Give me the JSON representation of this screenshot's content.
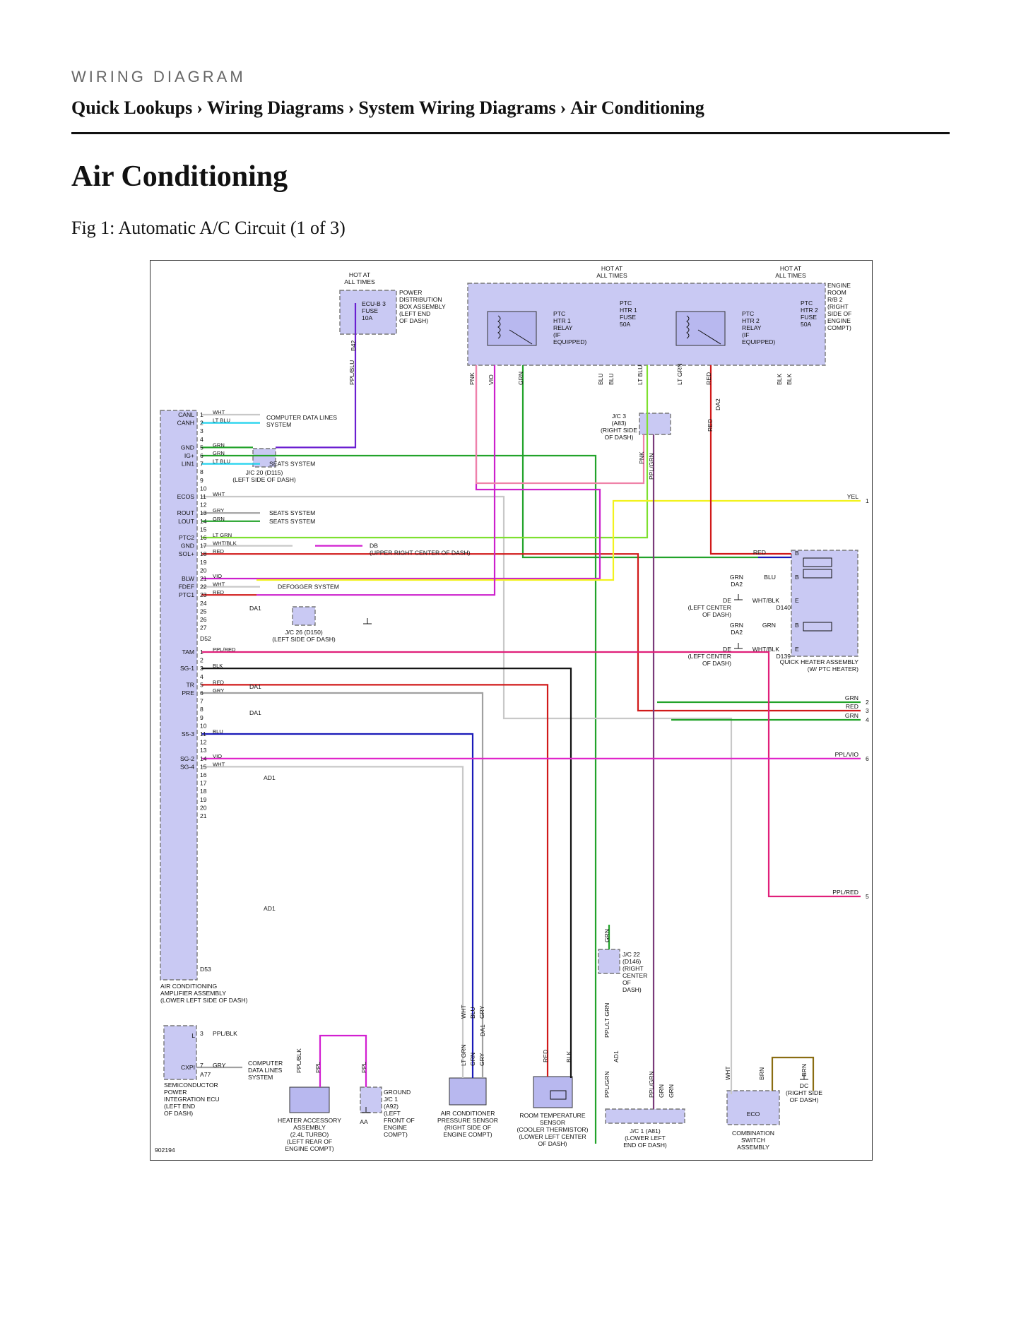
{
  "header": {
    "kicker": "WIRING DIAGRAM",
    "breadcrumb": [
      "Quick Lookups",
      "Wiring Diagrams",
      "System Wiring Diagrams",
      "Air Conditioning"
    ],
    "separator": "›"
  },
  "page_title": "Air Conditioning",
  "figure": {
    "caption": "Fig 1: Automatic A/C Circuit (1 of 3)",
    "diagram_id": "902194"
  },
  "colors": {
    "WHT": "#c8c8c8",
    "LT BLU": "#22d3ee",
    "GRN": "#22a32a",
    "LT GRN": "#7ee030",
    "PPL/BLU": "#6a1fd1",
    "PPL": "#d21fd1",
    "RED": "#d11a1a",
    "VIO": "#cc20cc",
    "YEL": "#f2f21e",
    "BLU": "#1a1ab8",
    "PNK": "#ef82a8",
    "BLK": "#111111",
    "GRY": "#a0a0a0",
    "PPL/RED": "#e0207a",
    "PPL/VIO": "#e020c8",
    "BRN": "#8a6d12",
    "PPL/GRN": "#7a3a7a"
  },
  "labels": {
    "hot_at_all_times": "HOT AT ALL TIMES",
    "power_box": [
      "POWER",
      "DISTRIBUTION",
      "BOX ASSEMBLY",
      "(LEFT END",
      "OF DASH)"
    ],
    "ecu_b3_fuse": [
      "ECU-B 3",
      "FUSE",
      "10A"
    ],
    "engine_room_rb2": [
      "ENGINE",
      "ROOM",
      "R/B 2",
      "(RIGHT",
      "SIDE OF",
      "ENGINE",
      "COMPT)"
    ],
    "ptc_relay1": [
      "PTC",
      "HTR 1",
      "RELAY",
      "(IF",
      "EQUIPPED)"
    ],
    "ptc_fuse1": [
      "PTC",
      "HTR 1",
      "FUSE",
      "50A"
    ],
    "ptc_relay2": [
      "PTC",
      "HTR 2",
      "RELAY",
      "(IF",
      "EQUIPPED)"
    ],
    "ptc_fuse2": [
      "PTC",
      "HTR 2",
      "FUSE",
      "50A"
    ],
    "jc3": [
      "J/C 3",
      "(A83)",
      "(RIGHT SIDE",
      "OF DASH)"
    ],
    "jc20": "J/C 20 (D115)",
    "jc20_loc": "(LEFT SIDE OF DASH)",
    "jc26": "J/C 26 (D150)",
    "jc26_loc": "(LEFT SIDE OF DASH)",
    "db_ground": "DB",
    "db_loc": "(UPPER RIGHT CENTER OF DASH)",
    "computer_data_lines": [
      "COMPUTER DATA LINES",
      "SYSTEM"
    ],
    "seats_system": "SEATS SYSTEM",
    "defogger_system": "DEFOGGER SYSTEM",
    "amp_assembly": [
      "AIR CONDITIONING",
      "AMPLIFIER ASSEMBLY",
      "(LOWER LEFT SIDE OF DASH)"
    ],
    "quick_heater": [
      "QUICK HEATER ASSEMBLY",
      "(W/ PTC HEATER)"
    ],
    "de_ground": [
      "DE",
      "(LEFT CENTER",
      "OF DASH)"
    ],
    "jc22": [
      "J/C 22",
      "(D146)",
      "(RIGHT",
      "CENTER",
      "OF",
      "DASH)"
    ],
    "semiconductor": [
      "SEMICONDUCTOR",
      "POWER",
      "INTEGRATION ECU",
      "(LEFT END",
      "OF DASH)"
    ],
    "computer_data_lines_2": [
      "COMPUTER",
      "DATA LINES",
      "SYSTEM"
    ],
    "heater_accessory": [
      "HEATER ACCESSORY",
      "ASSEMBLY",
      "(2.4L TURBO)",
      "(LEFT REAR OF",
      "ENGINE COMPT)"
    ],
    "ground_jc1": [
      "GROUND",
      "J/C 1",
      "(A92)",
      "(LEFT",
      "FRONT OF",
      "ENGINE",
      "COMPT)"
    ],
    "aa_ground": "AA",
    "pressure_sensor": [
      "AIR CONDITIONER",
      "PRESSURE SENSOR",
      "(RIGHT SIDE OF",
      "ENGINE COMPT)"
    ],
    "room_temp_sensor": [
      "ROOM TEMPERATURE",
      "SENSOR",
      "(COOLER THERMISTOR)",
      "(LOWER LEFT CENTER",
      "OF DASH)"
    ],
    "jc1": [
      "J/C 1 (A81)",
      "(LOWER LEFT",
      "END OF DASH)"
    ],
    "combination_switch": [
      "COMBINATION",
      "SWITCH",
      "ASSEMBLY"
    ],
    "dc_ground": [
      "DC",
      "(RIGHT SIDE",
      "OF DASH)"
    ],
    "eco": "ECO"
  },
  "amplifier_pins": {
    "d52": [
      {
        "pin": "1",
        "name": "CANL",
        "wire": "WHT"
      },
      {
        "pin": "2",
        "name": "CANH",
        "wire": "LT BLU"
      },
      {
        "pin": "3",
        "name": "",
        "wire": ""
      },
      {
        "pin": "4",
        "name": "",
        "wire": ""
      },
      {
        "pin": "5",
        "name": "GND",
        "wire": "GRN"
      },
      {
        "pin": "6",
        "name": "IG+",
        "wire": "GRN"
      },
      {
        "pin": "7",
        "name": "LIN1",
        "wire": "LT BLU"
      },
      {
        "pin": "8",
        "name": "",
        "wire": ""
      },
      {
        "pin": "9",
        "name": "",
        "wire": ""
      },
      {
        "pin": "10",
        "name": "",
        "wire": ""
      },
      {
        "pin": "11",
        "name": "ECOS",
        "wire": "WHT"
      },
      {
        "pin": "12",
        "name": "",
        "wire": ""
      },
      {
        "pin": "13",
        "name": "ROUT",
        "wire": "GRY"
      },
      {
        "pin": "14",
        "name": "LOUT",
        "wire": "GRN"
      },
      {
        "pin": "15",
        "name": "",
        "wire": ""
      },
      {
        "pin": "16",
        "name": "PTC2",
        "wire": "LT GRN"
      },
      {
        "pin": "17",
        "name": "GND",
        "wire": "WHT/BLK"
      },
      {
        "pin": "18",
        "name": "SOL+",
        "wire": "RED"
      },
      {
        "pin": "19",
        "name": "",
        "wire": ""
      },
      {
        "pin": "20",
        "name": "",
        "wire": ""
      },
      {
        "pin": "21",
        "name": "BLW",
        "wire": "VIO"
      },
      {
        "pin": "22",
        "name": "FDEF",
        "wire": "WHT"
      },
      {
        "pin": "23",
        "name": "PTC1",
        "wire": "RED"
      },
      {
        "pin": "24",
        "name": "",
        "wire": ""
      },
      {
        "pin": "25",
        "name": "",
        "wire": ""
      },
      {
        "pin": "26",
        "name": "",
        "wire": ""
      },
      {
        "pin": "27",
        "name": "",
        "wire": ""
      }
    ],
    "d52_label": "D52",
    "d53": [
      {
        "pin": "1",
        "name": "TAM",
        "wire": "PPL/RED"
      },
      {
        "pin": "2",
        "name": "",
        "wire": ""
      },
      {
        "pin": "3",
        "name": "SG-1",
        "wire": "BLK"
      },
      {
        "pin": "4",
        "name": "",
        "wire": ""
      },
      {
        "pin": "5",
        "name": "TR",
        "wire": "RED"
      },
      {
        "pin": "6",
        "name": "PRE",
        "wire": "GRY"
      },
      {
        "pin": "7",
        "name": "",
        "wire": ""
      },
      {
        "pin": "8",
        "name": "",
        "wire": ""
      },
      {
        "pin": "9",
        "name": "",
        "wire": ""
      },
      {
        "pin": "10",
        "name": "",
        "wire": ""
      },
      {
        "pin": "11",
        "name": "S5-3",
        "wire": "BLU"
      },
      {
        "pin": "12",
        "name": "",
        "wire": ""
      },
      {
        "pin": "13",
        "name": "",
        "wire": ""
      },
      {
        "pin": "14",
        "name": "SG-2",
        "wire": "VIO"
      },
      {
        "pin": "15",
        "name": "SG-4",
        "wire": "WHT"
      },
      {
        "pin": "16",
        "name": "",
        "wire": ""
      },
      {
        "pin": "17",
        "name": "",
        "wire": ""
      },
      {
        "pin": "18",
        "name": "",
        "wire": ""
      },
      {
        "pin": "19",
        "name": "",
        "wire": ""
      },
      {
        "pin": "20",
        "name": "",
        "wire": ""
      },
      {
        "pin": "21",
        "name": "",
        "wire": ""
      }
    ],
    "d53_label": "D53"
  },
  "inline_connectors": {
    "da1": "DA1",
    "da2": "DA2",
    "ad1": "AD1",
    "a77": "A77",
    "d139": "D139",
    "d140": "D140",
    "b42": "B42"
  },
  "offpage_refs": [
    {
      "num": "1",
      "wire": "YEL"
    },
    {
      "num": "2",
      "wire": "GRN"
    },
    {
      "num": "3",
      "wire": "RED"
    },
    {
      "num": "4",
      "wire": "GRN"
    },
    {
      "num": "5",
      "wire": "PPL/RED"
    },
    {
      "num": "6",
      "wire": "PPL/VIO"
    }
  ],
  "semiconductor_pins": [
    {
      "pin": "3",
      "name": "L",
      "wire": "PPL/BLK"
    },
    {
      "pin": "7",
      "name": "CXPI",
      "wire": "GRY"
    }
  ]
}
